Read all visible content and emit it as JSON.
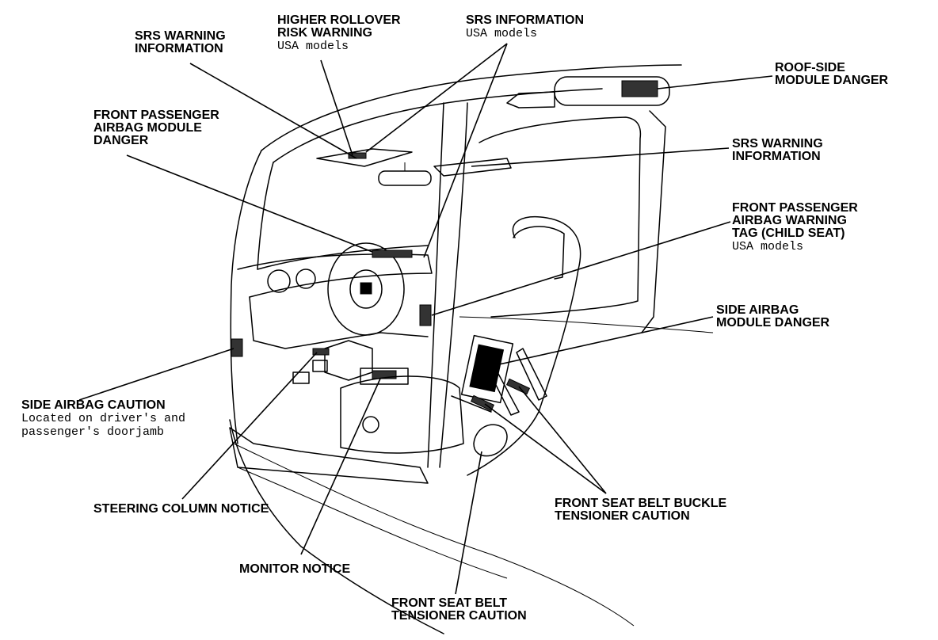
{
  "labels": {
    "srs_warning_info_top": {
      "lines": [
        "SRS WARNING",
        "INFORMATION"
      ]
    },
    "higher_rollover": {
      "lines": [
        "HIGHER ROLLOVER",
        "RISK WARNING"
      ],
      "note": "USA models"
    },
    "srs_information": {
      "lines": [
        "SRS INFORMATION"
      ],
      "note": "USA models"
    },
    "roof_side_module": {
      "lines": [
        "ROOF-SIDE",
        "MODULE DANGER"
      ]
    },
    "front_passenger_airbag_module": {
      "lines": [
        "FRONT PASSENGER",
        "AIRBAG MODULE",
        "DANGER"
      ]
    },
    "srs_warning_info_right": {
      "lines": [
        "SRS WARNING",
        "INFORMATION"
      ]
    },
    "front_passenger_airbag_tag": {
      "lines": [
        "FRONT PASSENGER",
        "AIRBAG WARNING",
        "TAG (CHILD SEAT)"
      ],
      "note": "USA models"
    },
    "side_airbag_module": {
      "lines": [
        "SIDE AIRBAG",
        "MODULE DANGER"
      ]
    },
    "side_airbag_caution": {
      "lines": [
        "SIDE AIRBAG CAUTION"
      ],
      "note_lines": [
        "Located on driver's and",
        "passenger's doorjamb"
      ]
    },
    "steering_column": {
      "lines": [
        "STEERING COLUMN NOTICE"
      ]
    },
    "buckle_tensioner": {
      "lines": [
        "FRONT SEAT BELT BUCKLE",
        "TENSIONER CAUTION"
      ]
    },
    "monitor_notice": {
      "lines": [
        "MONITOR NOTICE"
      ]
    },
    "belt_tensioner": {
      "lines": [
        "FRONT SEAT BELT",
        "TENSIONER CAUTION"
      ]
    }
  }
}
